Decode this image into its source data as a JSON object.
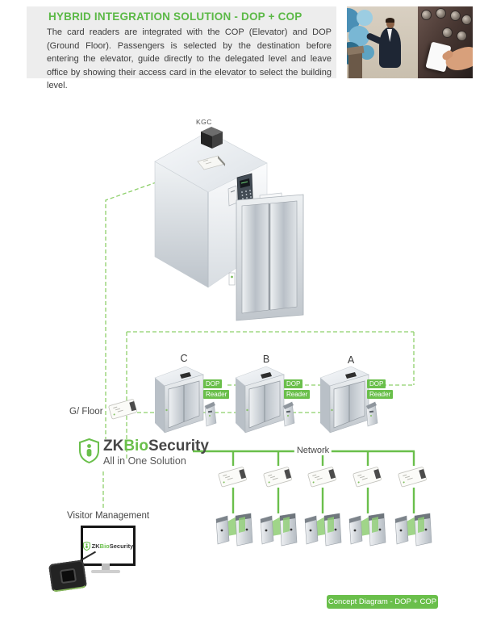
{
  "header": {
    "title": "HYBRID INTEGRATION SOLUTION - DOP + COP",
    "body": "The card readers are integrated with the COP (Elevator) and DOP (Ground Floor). Passengers is selected by the destination before entering the elevator, guide directly to the delegated level and leave office by showing their access card in the elevator to select the building level."
  },
  "diagram": {
    "kgc_label": "KGC",
    "gfloor_label": "G/ Floor",
    "elevators": [
      {
        "label": "C",
        "badge": [
          "DOP",
          "Reader"
        ]
      },
      {
        "label": "B",
        "badge": [
          "DOP",
          "Reader"
        ]
      },
      {
        "label": "A",
        "badge": [
          "DOP",
          "Reader"
        ]
      }
    ],
    "network_label": "Network",
    "visitor_label": "Visitor Management",
    "footer_badge": "Concept Diagram - DOP + COP",
    "brand": {
      "zk": "ZK",
      "bio": "Bio",
      "security": "Security",
      "tagline": "All in One Solution"
    }
  },
  "colors": {
    "accent_green": "#6abf4b",
    "dash_green": "#8ed06b",
    "header_bg": "#ededed",
    "text_dark": "#3c3c3c"
  }
}
